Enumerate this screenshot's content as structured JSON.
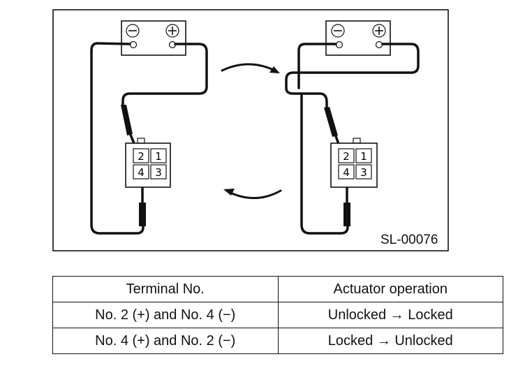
{
  "diagram": {
    "battery_left": {
      "minus": "⊖",
      "plus": "⊕"
    },
    "battery_right": {
      "minus": "⊖",
      "plus": "⊕"
    },
    "connector_left": {
      "t2": "2",
      "t1": "1",
      "t4": "4",
      "t3": "3"
    },
    "connector_right": {
      "t2": "2",
      "t1": "1",
      "t4": "4",
      "t3": "3"
    },
    "reference_code": "SL-00076"
  },
  "table": {
    "headers": [
      "Terminal No.",
      "Actuator operation"
    ],
    "rows": [
      [
        "No. 2 (+) and No. 4 (−)",
        "Unlocked → Locked"
      ],
      [
        "No. 4 (+) and No. 2 (−)",
        "Locked → Unlocked"
      ]
    ]
  }
}
